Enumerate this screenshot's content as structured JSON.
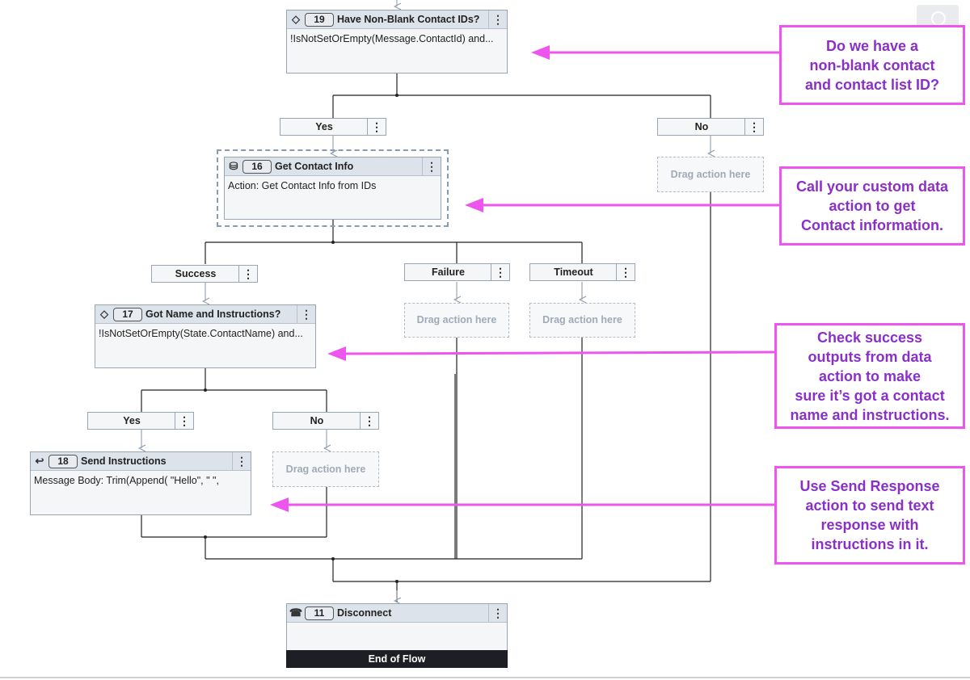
{
  "nodes": {
    "n19": {
      "number": "19",
      "title": "Have Non-Blank Contact IDs?",
      "body": "!IsNotSetOrEmpty(Message.ContactId) and...",
      "icon": "decision-diamond-icon"
    },
    "n16": {
      "number": "16",
      "title": "Get Contact Info",
      "body": "Action: Get Contact Info from IDs",
      "icon": "database-icon"
    },
    "n17": {
      "number": "17",
      "title": "Got Name and Instructions?",
      "body": "!IsNotSetOrEmpty(State.ContactName) and...",
      "icon": "decision-diamond-icon"
    },
    "n18": {
      "number": "18",
      "title": "Send Instructions",
      "body": "Message Body: Trim(Append( \"Hello\", \" \",",
      "icon": "reply-arrow-icon"
    },
    "n11": {
      "number": "11",
      "title": "Disconnect",
      "footer": "End of Flow",
      "icon": "disconnect-icon"
    }
  },
  "branches": {
    "yes19": "Yes",
    "no19": "No",
    "success16": "Success",
    "failure16": "Failure",
    "timeout16": "Timeout",
    "yes17": "Yes",
    "no17": "No"
  },
  "drop_label": "Drag action here",
  "callouts": {
    "c1": [
      "Do we have a",
      "non-blank contact",
      "and contact list ID?"
    ],
    "c2": [
      "Call your custom data",
      "action to get",
      "Contact information."
    ],
    "c3": [
      "Check success",
      "outputs from data",
      "action to make",
      "sure it’s got a contact",
      "name and instructions."
    ],
    "c4": [
      "Use Send Response",
      "action to send text",
      "response with",
      "instructions in it."
    ]
  },
  "colors": {
    "callout_border": "#ee55ee",
    "callout_text": "#8a2fc7",
    "arrow": "#ee55ee",
    "node_header": "#dde3ea",
    "connector": "#222222"
  }
}
